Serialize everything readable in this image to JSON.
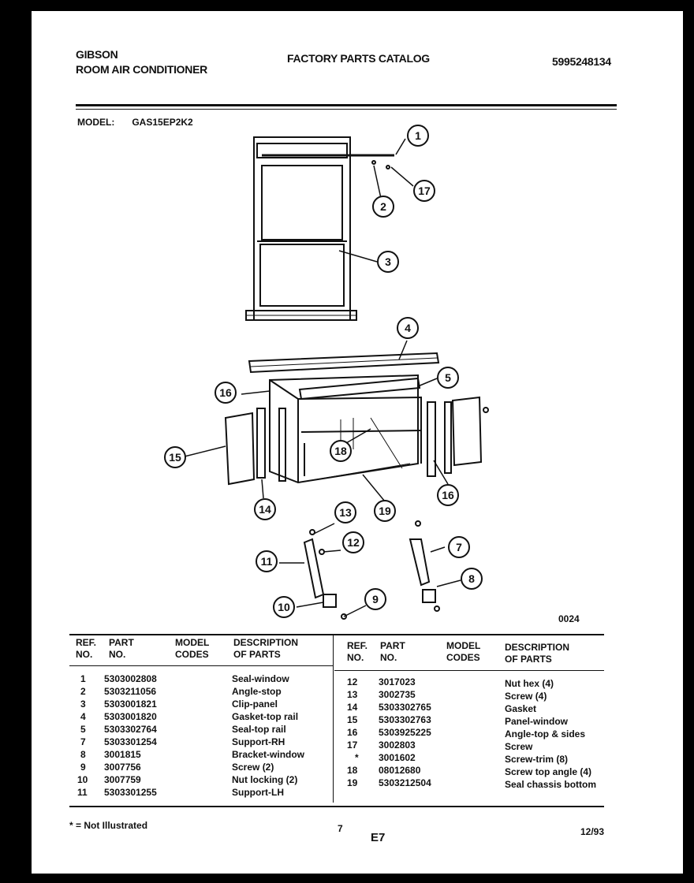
{
  "header": {
    "brand": "GIBSON",
    "product": "ROOM AIR CONDITIONER",
    "catalog_title": "FACTORY PARTS CATALOG",
    "catalog_number": "5995248134"
  },
  "model": {
    "label": "MODEL:",
    "value": "GAS15EP2K2"
  },
  "diagram": {
    "code": "0024",
    "callouts": [
      "1",
      "17",
      "2",
      "3",
      "4",
      "5",
      "16",
      "15",
      "18",
      "14",
      "19",
      "16",
      "13",
      "12",
      "11",
      "7",
      "8",
      "10",
      "9"
    ]
  },
  "table": {
    "headers": {
      "ref": [
        "REF.",
        "NO."
      ],
      "part": [
        "PART",
        "NO."
      ],
      "model": [
        "MODEL",
        "CODES"
      ],
      "desc": [
        "DESCRIPTION",
        "OF PARTS"
      ]
    },
    "left_rows": [
      {
        "ref": "1",
        "part": "5303002808",
        "desc": "Seal-window"
      },
      {
        "ref": "2",
        "part": "5303211056",
        "desc": "Angle-stop"
      },
      {
        "ref": "3",
        "part": "5303001821",
        "desc": "Clip-panel"
      },
      {
        "ref": "4",
        "part": "5303001820",
        "desc": "Gasket-top rail"
      },
      {
        "ref": "5",
        "part": "5303302764",
        "desc": "Seal-top rail"
      },
      {
        "ref": "7",
        "part": "5303301254",
        "desc": "Support-RH"
      },
      {
        "ref": "8",
        "part": "3001815",
        "desc": "Bracket-window"
      },
      {
        "ref": "9",
        "part": "3007756",
        "desc": "Screw (2)"
      },
      {
        "ref": "10",
        "part": "3007759",
        "desc": "Nut locking (2)"
      },
      {
        "ref": "11",
        "part": "5303301255",
        "desc": "Support-LH"
      }
    ],
    "right_rows": [
      {
        "ref": "12",
        "part": "3017023",
        "desc": "Nut hex (4)"
      },
      {
        "ref": "13",
        "part": "3002735",
        "desc": "Screw (4)"
      },
      {
        "ref": "14",
        "part": "5303302765",
        "desc": "Gasket"
      },
      {
        "ref": "15",
        "part": "5303302763",
        "desc": "Panel-window"
      },
      {
        "ref": "16",
        "part": "5303925225",
        "desc": "Angle-top & sides"
      },
      {
        "ref": "17",
        "part": "3002803",
        "desc": "Screw"
      },
      {
        "ref": "*",
        "part": "3001602",
        "desc": "Screw-trim (8)"
      },
      {
        "ref": "18",
        "part": "08012680",
        "desc": "Screw top angle (4)"
      },
      {
        "ref": "19",
        "part": "5303212504",
        "desc": "Seal chassis bottom"
      }
    ]
  },
  "footer": {
    "note": "* = Not Illustrated",
    "page_number": "7",
    "section": "E7",
    "date": "12/93"
  }
}
